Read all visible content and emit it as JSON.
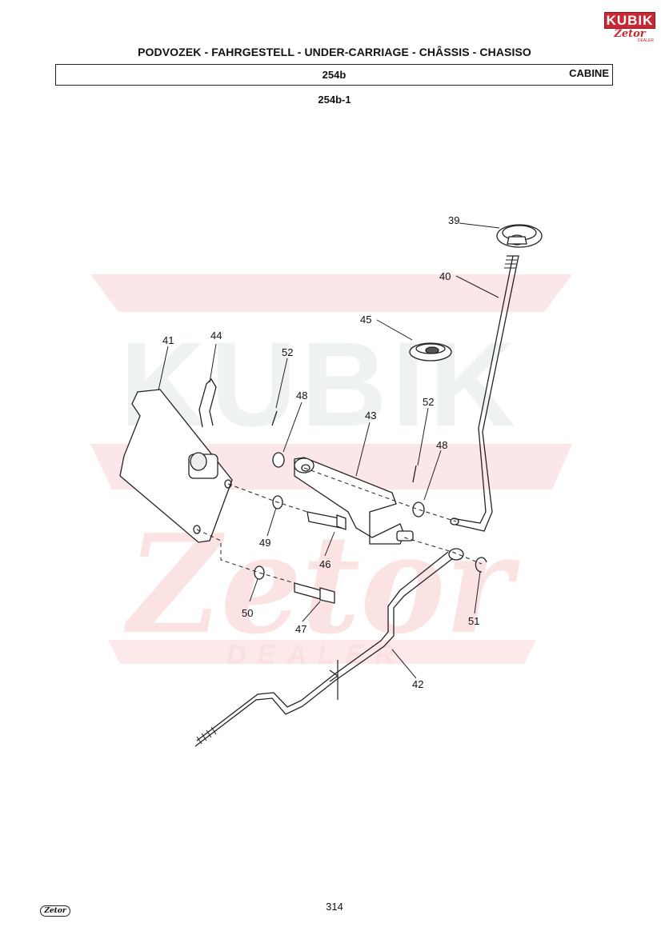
{
  "header": {
    "title": "PODVOZEK - FAHRGESTELL - UNDER-CARRIAGE - CHÂSSIS - CHASISO",
    "group_code": "254b",
    "section": "CABINE",
    "sub_code": "254b-1"
  },
  "brand": {
    "top": "KUBIK",
    "bottom": "Zetor",
    "dealer": "DEALER",
    "accent_color": "#c82733"
  },
  "watermark": {
    "top": "KUBIK",
    "bottom": "Zetor",
    "dealer": "DEALER"
  },
  "callouts": {
    "p39": "39",
    "p40": "40",
    "p41": "41",
    "p42": "42",
    "p43": "43",
    "p44": "44",
    "p45": "45",
    "p46": "46",
    "p47": "47",
    "p48a": "48",
    "p48b": "48",
    "p49": "49",
    "p50": "50",
    "p51": "51",
    "p52a": "52",
    "p52b": "52"
  },
  "footer": {
    "page_number": "314",
    "logo_text": "Zetor"
  }
}
